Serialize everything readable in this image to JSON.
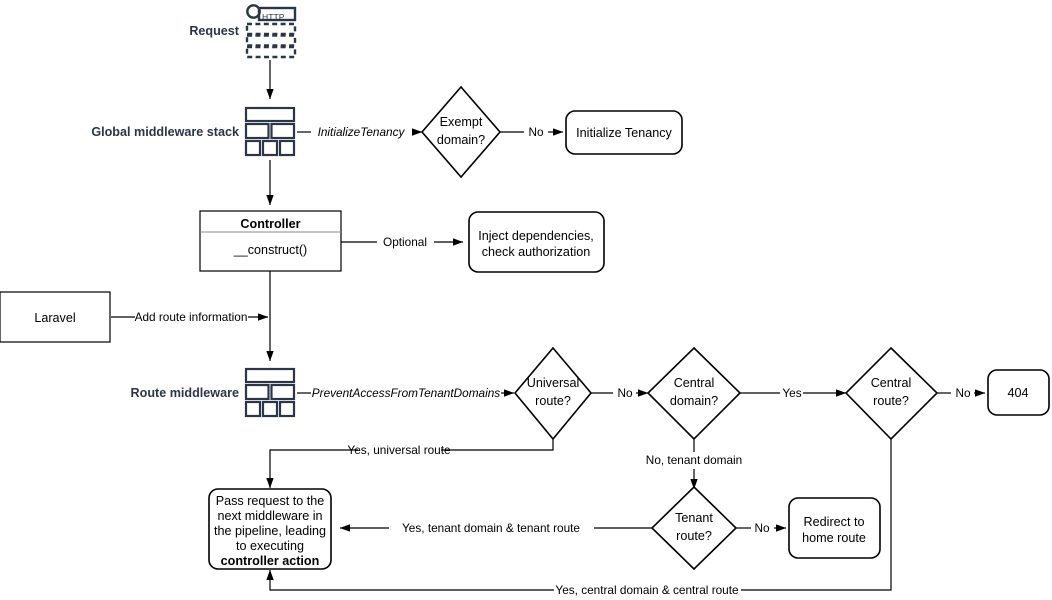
{
  "diagram": {
    "title": "Laravel multi-tenancy request lifecycle flowchart",
    "colors": {
      "icon_navy": "#2b3649",
      "stroke_black": "#000000",
      "background": "#ffffff",
      "divider_gray": "#888888"
    }
  },
  "side_labels": {
    "request": "Request",
    "global_middleware_stack": "Global middleware stack",
    "route_middleware": "Route middleware"
  },
  "icons": {
    "http_request": {
      "name": "http-request-icon",
      "tag": "HTTP"
    },
    "global_middleware": {
      "name": "middleware-stack-icon"
    },
    "route_middleware": {
      "name": "middleware-stack-icon"
    }
  },
  "nodes": {
    "exempt_domain": {
      "label_line1": "Exempt",
      "label_line2": "domain?"
    },
    "initialize_tenancy": {
      "label": "Initialize Tenancy"
    },
    "controller": {
      "title": "Controller",
      "method": "__construct()"
    },
    "inject_dependencies": {
      "label_line1": "Inject dependencies,",
      "label_line2": "check authorization"
    },
    "laravel": {
      "label": "Laravel"
    },
    "universal_route": {
      "label_line1": "Universal",
      "label_line2": "route?"
    },
    "central_domain": {
      "label_line1": "Central",
      "label_line2": "domain?"
    },
    "central_route": {
      "label_line1": "Central",
      "label_line2": "route?"
    },
    "not_found": {
      "label": "404"
    },
    "tenant_route": {
      "label_line1": "Tenant",
      "label_line2": "route?"
    },
    "redirect_home": {
      "label_line1": "Redirect to",
      "label_line2": "home route"
    },
    "pass_request": {
      "line1": "Pass request to the",
      "line2": "next middleware in",
      "line3": "the pipeline, leading",
      "line4_prefix": "to ",
      "line4_bold": "executing",
      "line5_bold": "controller action"
    }
  },
  "edge_labels": {
    "initialize_tenancy_mw": "InitializeTenancy",
    "exempt_no": "No",
    "controller_optional": "Optional",
    "add_route_information": "Add route information",
    "prevent_access_mw": "PreventAccessFromTenantDomains",
    "universal_no": "No",
    "central_domain_yes": "Yes",
    "central_route_no": "No",
    "no_tenant_domain": "No, tenant domain",
    "yes_universal_route": "Yes, universal route",
    "yes_tenant_domain_tenant_route": "Yes, tenant domain & tenant route",
    "tenant_route_no": "No",
    "yes_central_domain_central_route": "Yes, central domain & central route"
  }
}
